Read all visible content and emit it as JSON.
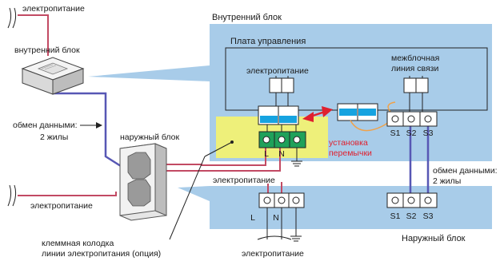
{
  "labels": {
    "power_top": "электропитание",
    "indoor_unit": "внутренний блок",
    "data_exchange_left": "обмен данными:",
    "data_exchange_left_2": "2 жилы",
    "outdoor_unit": "наружный блок",
    "power_left_bottom": "электропитание",
    "terminal_block_note_1": "клеммная колодка",
    "terminal_block_note_2": "линии электропитания (опция)",
    "power_bottom": "электропитание",
    "indoor_block_title": "Внутренний блок",
    "control_board": "Плата управления",
    "power_board": "электропитание",
    "interunit_line_1": "межблочная",
    "interunit_line_2": "линия связи",
    "jumper_1": "установка",
    "jumper_2": "перемычки",
    "power_middle": "электропитание",
    "data_exchange_right": "обмен данными:",
    "data_exchange_right_2": "2 жилы",
    "outdoor_block_title": "Наружный блок",
    "L": "L",
    "N": "N",
    "S1": "S1",
    "S2": "S2",
    "S3": "S3"
  },
  "colors": {
    "panel_fill": "#a8cce9",
    "yellow_fill": "#eef07a",
    "terminal_green": "#1fa15a",
    "terminal_cyan": "#16a3e0",
    "wire_red": "#c24a63",
    "wire_blue": "#5757b4",
    "arrow_red": "#e0202e",
    "jumper_orange": "#f0a24a"
  }
}
